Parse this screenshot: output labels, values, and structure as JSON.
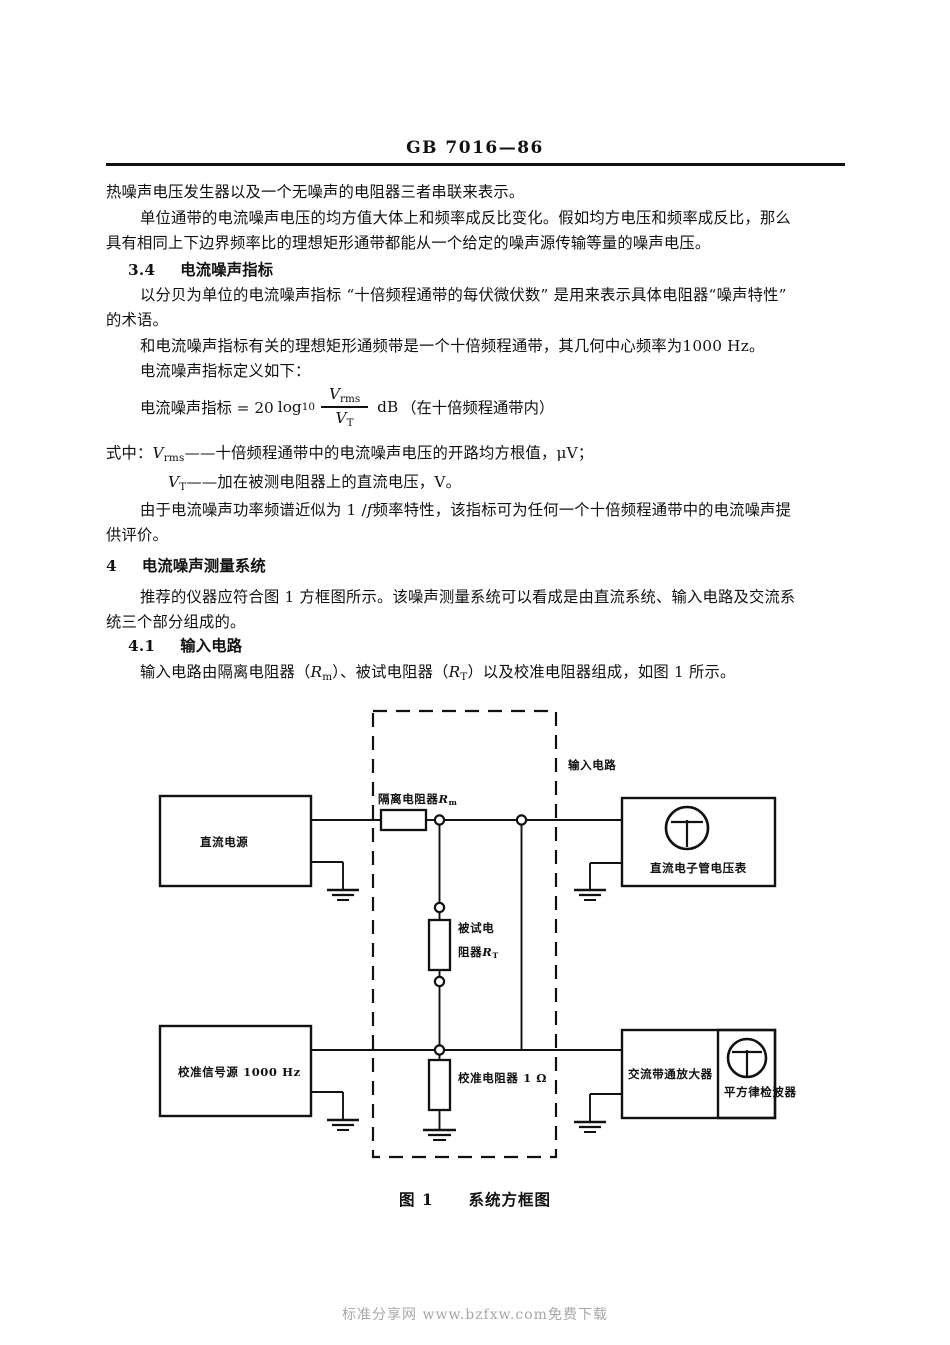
{
  "header": {
    "standard_code": "GB 7016—86"
  },
  "body": {
    "p1_line1": "热噪声电压发生器以及一个无噪声的电阻器三者串联来表示。",
    "p2_line1": "单位通带的电流噪声电压的均方值大体上和频率成反比变化。假如均方电压和频率成反比，那么",
    "p2_line2": "具有相同上下边界频率比的理想矩形通带都能从一个给定的噪声源传输等量的噪声电压。",
    "sec34_num": "3.4",
    "sec34_title": "电流噪声指标",
    "p3_line1": "以分贝为单位的电流噪声指标 “十倍频程通带的每伏微伏数” 是用来表示具体电阻器“噪声特性”",
    "p3_line2": "的术语。",
    "p4_line1": "和电流噪声指标有关的理想矩形通频带是一个十倍频程通带，其几何中心频率为1000 Hz。",
    "p5_line1": "电流噪声指标定义如下：",
    "formula": {
      "lhs": "电流噪声指标 = 20",
      "log": "log",
      "log_base": "10",
      "numerator_var": "V",
      "numerator_sub": "rms",
      "denominator_var": "V",
      "denominator_sub": "T",
      "unit": "dB",
      "condition": "（在十倍频程通带内）"
    },
    "where_label": "式中：",
    "where_v1_var": "V",
    "where_v1_sub": "rms",
    "where_v1_text": "——十倍频程通带中的电流噪声电压的开路均方根值，μV；",
    "where_v2_var": "V",
    "where_v2_sub": "T",
    "where_v2_text": "——加在被测电阻器上的直流电压，V。",
    "p6_line1_a": "由于电流噪声功率频谱近似为 1 /",
    "p6_line1_f": "f",
    "p6_line1_b": "频率特性，该指标可为任何一个十倍频程通带中的电流噪声提",
    "p6_line2": "供评价。",
    "sec4_num": "4",
    "sec4_title": "电流噪声测量系统",
    "p7_line1": "推荐的仪器应符合图 1 方框图所示。该噪声测量系统可以看成是由直流系统、输入电路及交流系",
    "p7_line2": "统三个部分组成的。",
    "sec41_num": "4.1",
    "sec41_title": "输入电路",
    "p8_line1_a": "输入电路由隔离电阻器（",
    "p8_rm_var": "R",
    "p8_rm_sub": "m",
    "p8_line1_b": "）、被试电阻器（",
    "p8_rt_var": "R",
    "p8_rt_sub": "T",
    "p8_line1_c": "）以及校准电阻器组成，如图 1 所示。"
  },
  "figure": {
    "caption_num": "图 1",
    "caption_title": "系统方框图",
    "labels": {
      "dc_source": "直流电源",
      "cal_source": "校准信号源 1000 Hz",
      "dc_voltmeter": "直流电子管电压表",
      "ac_amplifier": "交流带通放大器",
      "square_detector": "平方律检波器",
      "input_circuit": "输入电路",
      "isolation_resistor": "隔离电阻器",
      "isolation_resistor_var": "R",
      "isolation_resistor_sub": "m",
      "test_resistor_line1": "被试电",
      "test_resistor_line2": "阻器",
      "test_resistor_var": "R",
      "test_resistor_sub": "T",
      "cal_resistor": "校准电阻器 1 Ω"
    }
  },
  "footer": {
    "watermark": "标准分享网  www.bzfxw.com免费下载"
  }
}
